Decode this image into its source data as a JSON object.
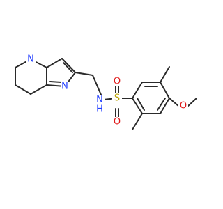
{
  "molecule": {
    "atoms": {
      "n_ring": "N",
      "n_imine": "N",
      "n_amide": "N",
      "h_amide": "H",
      "s": "S",
      "o_top": "O",
      "o_bottom": "O",
      "o_methoxy": "O"
    },
    "colors": {
      "bond": "#2a2a2a",
      "nitrogen": "#1f3cff",
      "sulfur": "#b8a000",
      "oxygen": "#e01818"
    }
  }
}
